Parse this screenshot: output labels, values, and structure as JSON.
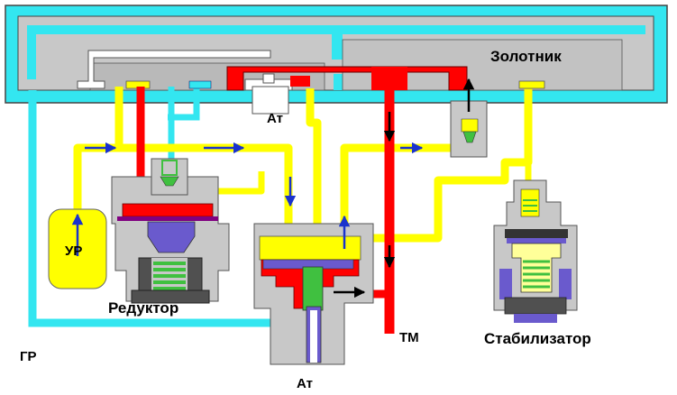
{
  "labels": {
    "zolotnik": "Золотник",
    "at_top": "Ат",
    "ur": "УР",
    "reduktor": "Редуктор",
    "gr": "ГР",
    "tm": "ТМ",
    "stabilizator": "Стабилизатор",
    "at_bottom": "Ат"
  },
  "colors": {
    "body": "#c8c8c8",
    "body_outline": "#555555",
    "supply_line": "#33e6f0",
    "equalizing_line": "#ffff00",
    "brake_line": "#ff0000",
    "atmosphere_line": "#ffffff",
    "piston": "#6a5acd",
    "diaphragm": "#800080",
    "spring": "#40c040",
    "flow_arrow": "#1a33cc",
    "exhaust_arrow": "#000000"
  }
}
